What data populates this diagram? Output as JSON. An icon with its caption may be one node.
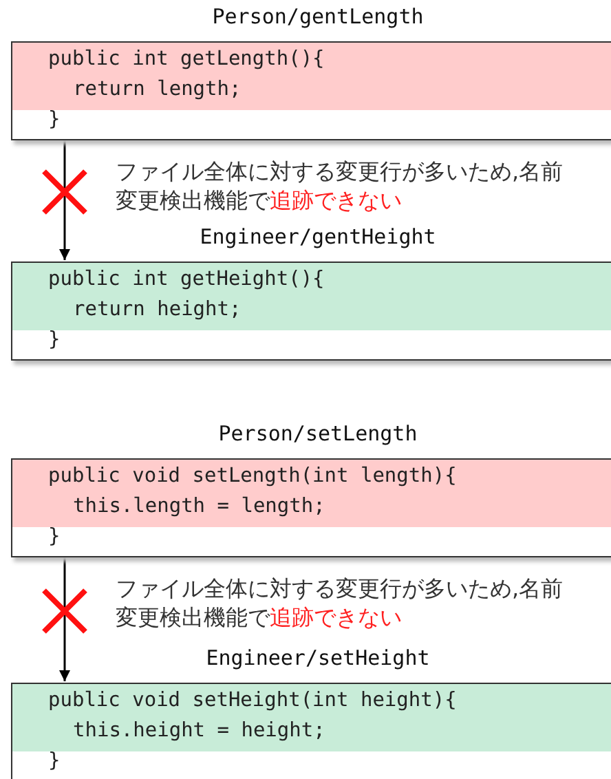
{
  "diagram": {
    "nodes": [
      {
        "text": [
          "Person/gentLength",
          "public int getLength(){",
          "return length;",
          "}"
        ]
      },
      {
        "text": [
          "Engineer/gentHeight",
          "public int getHeight(){",
          "return height;",
          "}"
        ]
      },
      {
        "text": [
          "Person/setLength",
          "public void setLength(int length){",
          "this.length = length;",
          "}"
        ]
      },
      {
        "text": [
          "Engineer/setHeight",
          "public void setHeight(int height){",
          "this.height = height;",
          "}"
        ]
      }
    ],
    "edges": [
      {
        "from": 0,
        "to": 1,
        "arrow": "to",
        "label": "ファイル全体に対する変更行が多いため,名前変更検出機能で"
      },
      {
        "from": 2,
        "to": 3,
        "arrow": "to",
        "label": "ファイル全体に対する変更行が多いため,名前変更検出機能で"
      }
    ],
    "labels": [
      "追跡できない",
      "追跡できない"
    ]
  }
}
